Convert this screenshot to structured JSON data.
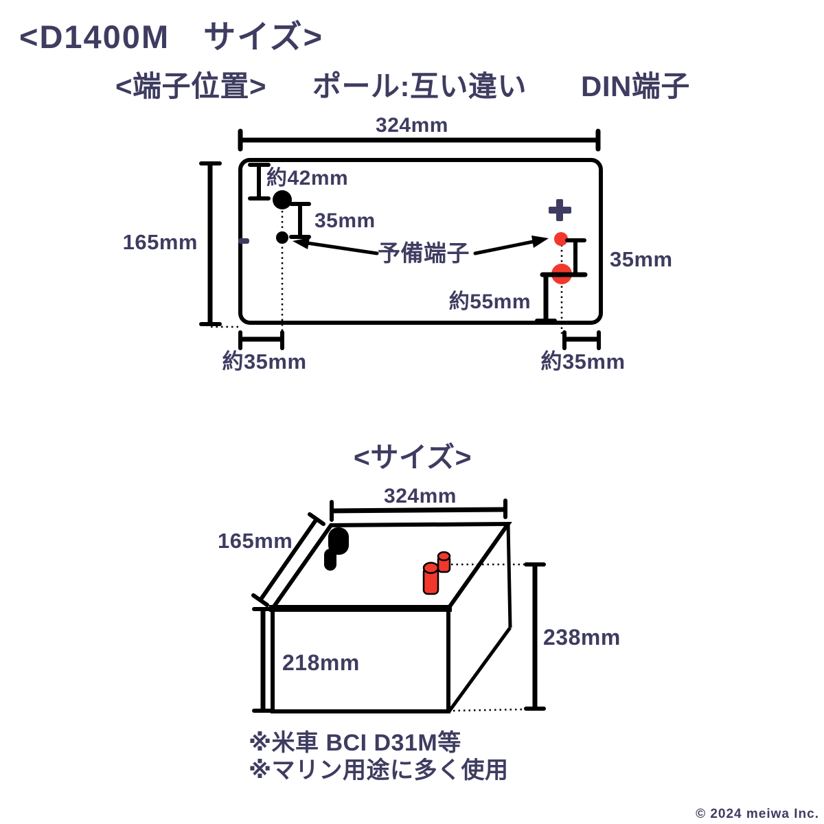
{
  "colors": {
    "ink": "#3e3c60",
    "red": "#f2382c",
    "line": "#000000",
    "bg": "#ffffff"
  },
  "header": {
    "title": "<D1400M　サイズ>",
    "terminal_position": "<端子位置>",
    "pole_layout": "ポール:互い違い",
    "terminal_type": "DIN端子"
  },
  "top_view": {
    "width": "324mm",
    "height": "165mm",
    "neg_top_offset": "約42mm",
    "neg_pair_gap": "35mm",
    "spare_terminal_label": "予備端子",
    "pos_pair_gap": "35mm",
    "pos_bottom_offset": "約55mm",
    "neg_left_offset": "約35mm",
    "pos_right_offset": "約35mm"
  },
  "size_view": {
    "heading": "<サイズ>",
    "width": "324mm",
    "depth": "165mm",
    "front_height": "218mm",
    "total_height": "238mm",
    "note_bci": "※米車 BCI D31M等",
    "note_marine": "※マリン用途に多く使用"
  },
  "footer": {
    "copyright": "© 2024 meiwa Inc."
  }
}
